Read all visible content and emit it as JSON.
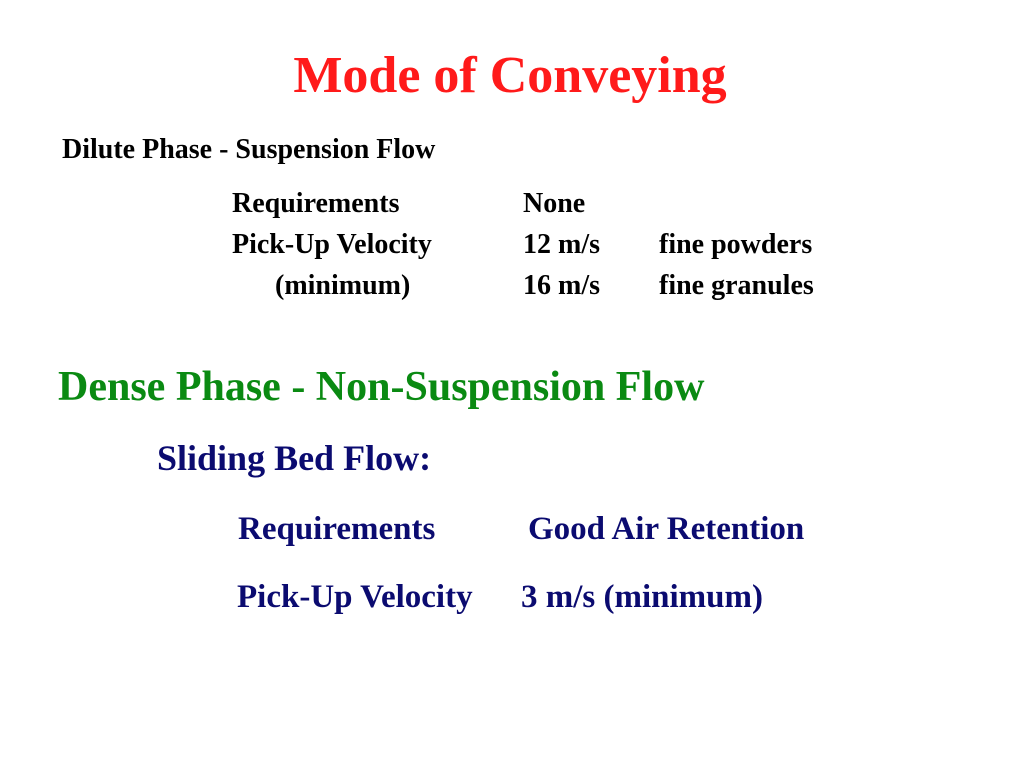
{
  "slide": {
    "title": "Mode of Conveying",
    "dilute": {
      "heading": "Dilute Phase - Suspension Flow",
      "rows": [
        [
          "Requirements",
          "None",
          ""
        ],
        [
          "Pick-Up Velocity",
          "12 m/s",
          "fine powders"
        ],
        [
          "(minimum)",
          "16 m/s",
          "fine granules"
        ]
      ]
    },
    "dense": {
      "heading": "Dense Phase - Non-Suspension Flow",
      "subheading": "Sliding Bed Flow:",
      "rows": [
        [
          "Requirements",
          "Good Air Retention"
        ],
        [
          "Pick-Up Velocity",
          "3 m/s (minimum)"
        ]
      ]
    },
    "colors": {
      "title": "#ff1a1a",
      "dense_heading": "#0a8a12",
      "sliding_text": "#0b0b70",
      "body_text": "#000000"
    }
  }
}
